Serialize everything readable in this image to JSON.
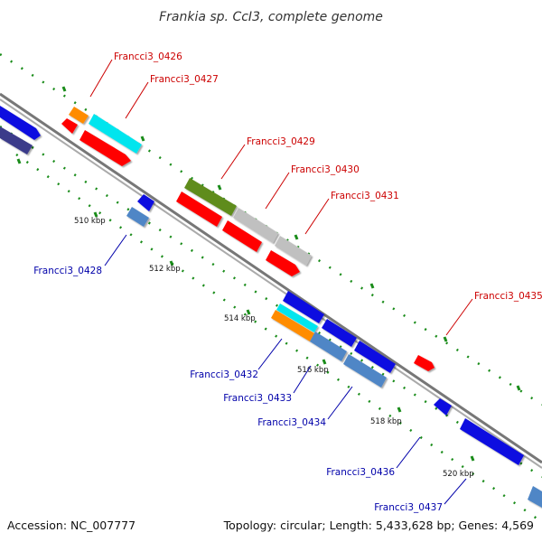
{
  "title": "Frankia sp. CcI3, complete genome",
  "footer": {
    "accession": "Accession: NC_007777",
    "summary": "Topology: circular; Length: 5,433,628 bp; Genes: 4,569"
  },
  "colors": {
    "forward_label": "#cc0000",
    "reverse_label": "#0000aa",
    "backbone": "#888888",
    "tick": "#1a8c1a"
  },
  "ticks": [
    "510 kbp",
    "512 kbp",
    "514 kbp",
    "516 kbp",
    "518 kbp",
    "520 kbp"
  ],
  "forward_labels": [
    "Francci3_0426",
    "Francci3_0427",
    "Francci3_0429",
    "Francci3_0430",
    "Francci3_0431",
    "Francci3_0435"
  ],
  "reverse_labels": [
    "Francci3_0428",
    "Francci3_0432",
    "Francci3_0433",
    "Francci3_0434",
    "Francci3_0436",
    "Francci3_0437"
  ]
}
